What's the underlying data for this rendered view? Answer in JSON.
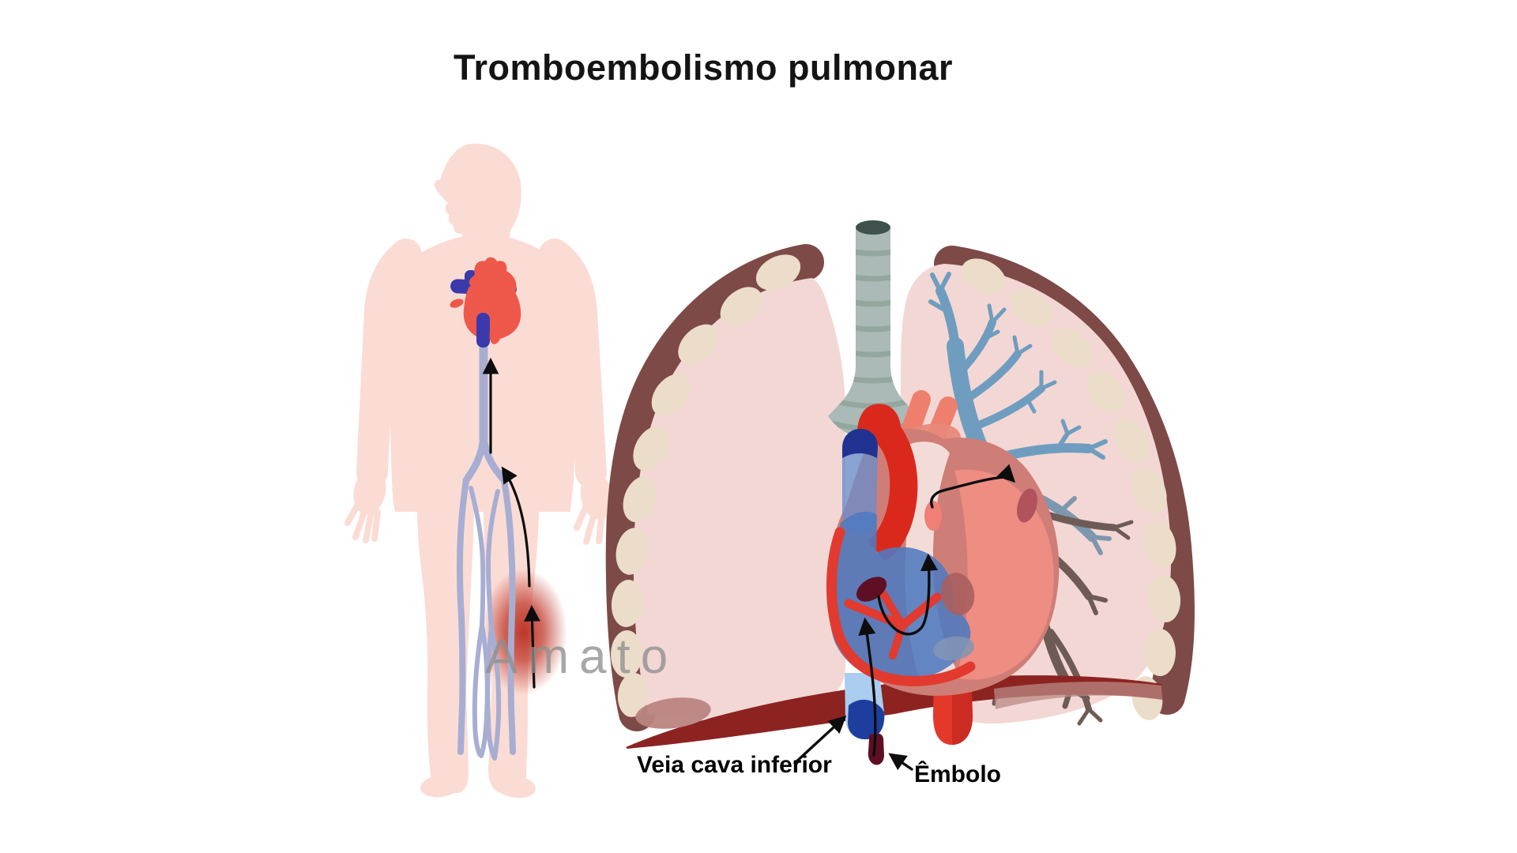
{
  "title": "Tromboembolismo pulmonar",
  "watermark": "Amato",
  "labels": {
    "vena_cava": "Veia cava inferior",
    "embolo": "Êmbolo"
  },
  "colors": {
    "background": "#ffffff",
    "title_text": "#141414",
    "label_text": "#000000",
    "watermark_text": "#8f8f8f",
    "body": "#fbdcd5",
    "vein": "#a8aed2",
    "mini_heart_red": "#ee584a",
    "mini_heart_blue": "#3a3aad",
    "clot_glow": "#c0392b",
    "arrow": "#0d0d0d",
    "lung": "#f3d7d4",
    "rib_band": "#7d4a47",
    "rib_oval": "#ecdcca",
    "trachea": "#abbab6",
    "trachea_ring": "#93a79f",
    "trachea_cap": "#3f514d",
    "tree_blue": "#6f9dbf",
    "tree_mid": "#7d97ae",
    "tree_brown": "#6f5b55",
    "heart_rose": "#cf7d77",
    "heart_salmon": "#ee8d81",
    "heart_pale": "#f3dcd7",
    "aorta_red": "#da291c",
    "chamber_blue": "#4e7ac0",
    "svc_blue": "#6c8cc8",
    "navy": "#1b2d8e",
    "ivc_light": "#aacdf0",
    "ivc_navy": "#1e3e9f",
    "desc_aorta": "#e4382b",
    "diaphragm": "#8c2321",
    "mauve": "#bb847f",
    "embolus": "#5f0f24",
    "lung_clot": "#b2525c",
    "pulm_salmon": "#ee7f6d",
    "valve_red": "#e23a2e"
  }
}
